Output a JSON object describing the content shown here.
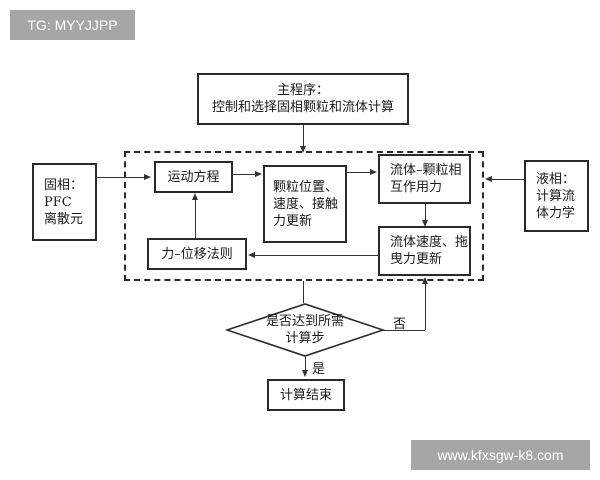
{
  "watermarks": {
    "top_left": "TG: MYYJJPP",
    "bottom_right": "www.kfxsgw-k8.com"
  },
  "nodes": {
    "main_program": "主程序：\n控制和选择固相颗粒和流体计算",
    "solid_phase": "固相：\nPFC\n离散元",
    "motion_equation": "运动方程",
    "particle_update": "颗粒位置、\n速度、接触\n力更新",
    "fluid_particle_interaction": "流体–颗粒相\n互作用力",
    "liquid_phase": "液相：\n计算流\n体力学",
    "force_displacement_law": "力–位移法则",
    "fluid_velocity_update": "流体速度、拖\n曳力更新",
    "decision": "是否达到所需\n计算步",
    "end": "计算结束"
  },
  "edge_labels": {
    "no": "否",
    "yes": "是"
  }
}
